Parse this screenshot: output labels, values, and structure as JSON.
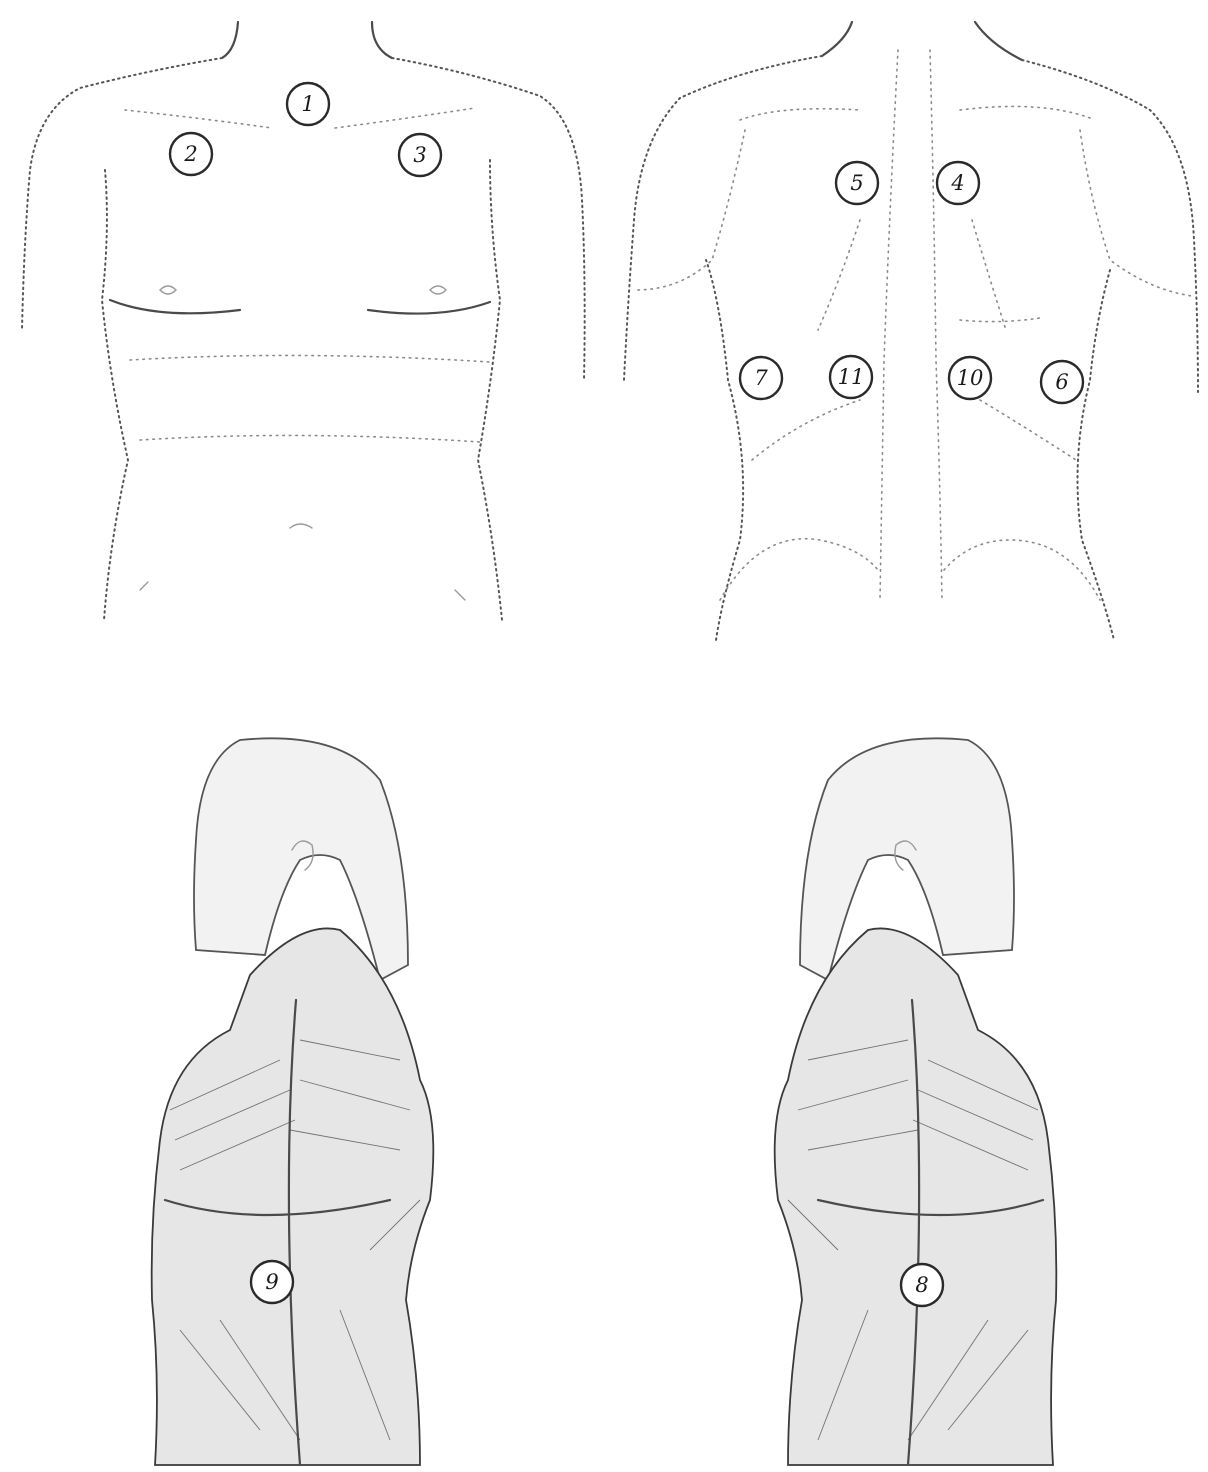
{
  "markers": [
    {
      "id": "1",
      "label": "1"
    },
    {
      "id": "2",
      "label": "2"
    },
    {
      "id": "3",
      "label": "3"
    },
    {
      "id": "4",
      "label": "4"
    },
    {
      "id": "5",
      "label": "5"
    },
    {
      "id": "6",
      "label": "6"
    },
    {
      "id": "7",
      "label": "7"
    },
    {
      "id": "8",
      "label": "8"
    },
    {
      "id": "9",
      "label": "9"
    },
    {
      "id": "10",
      "label": "10"
    },
    {
      "id": "11",
      "label": "11"
    }
  ]
}
